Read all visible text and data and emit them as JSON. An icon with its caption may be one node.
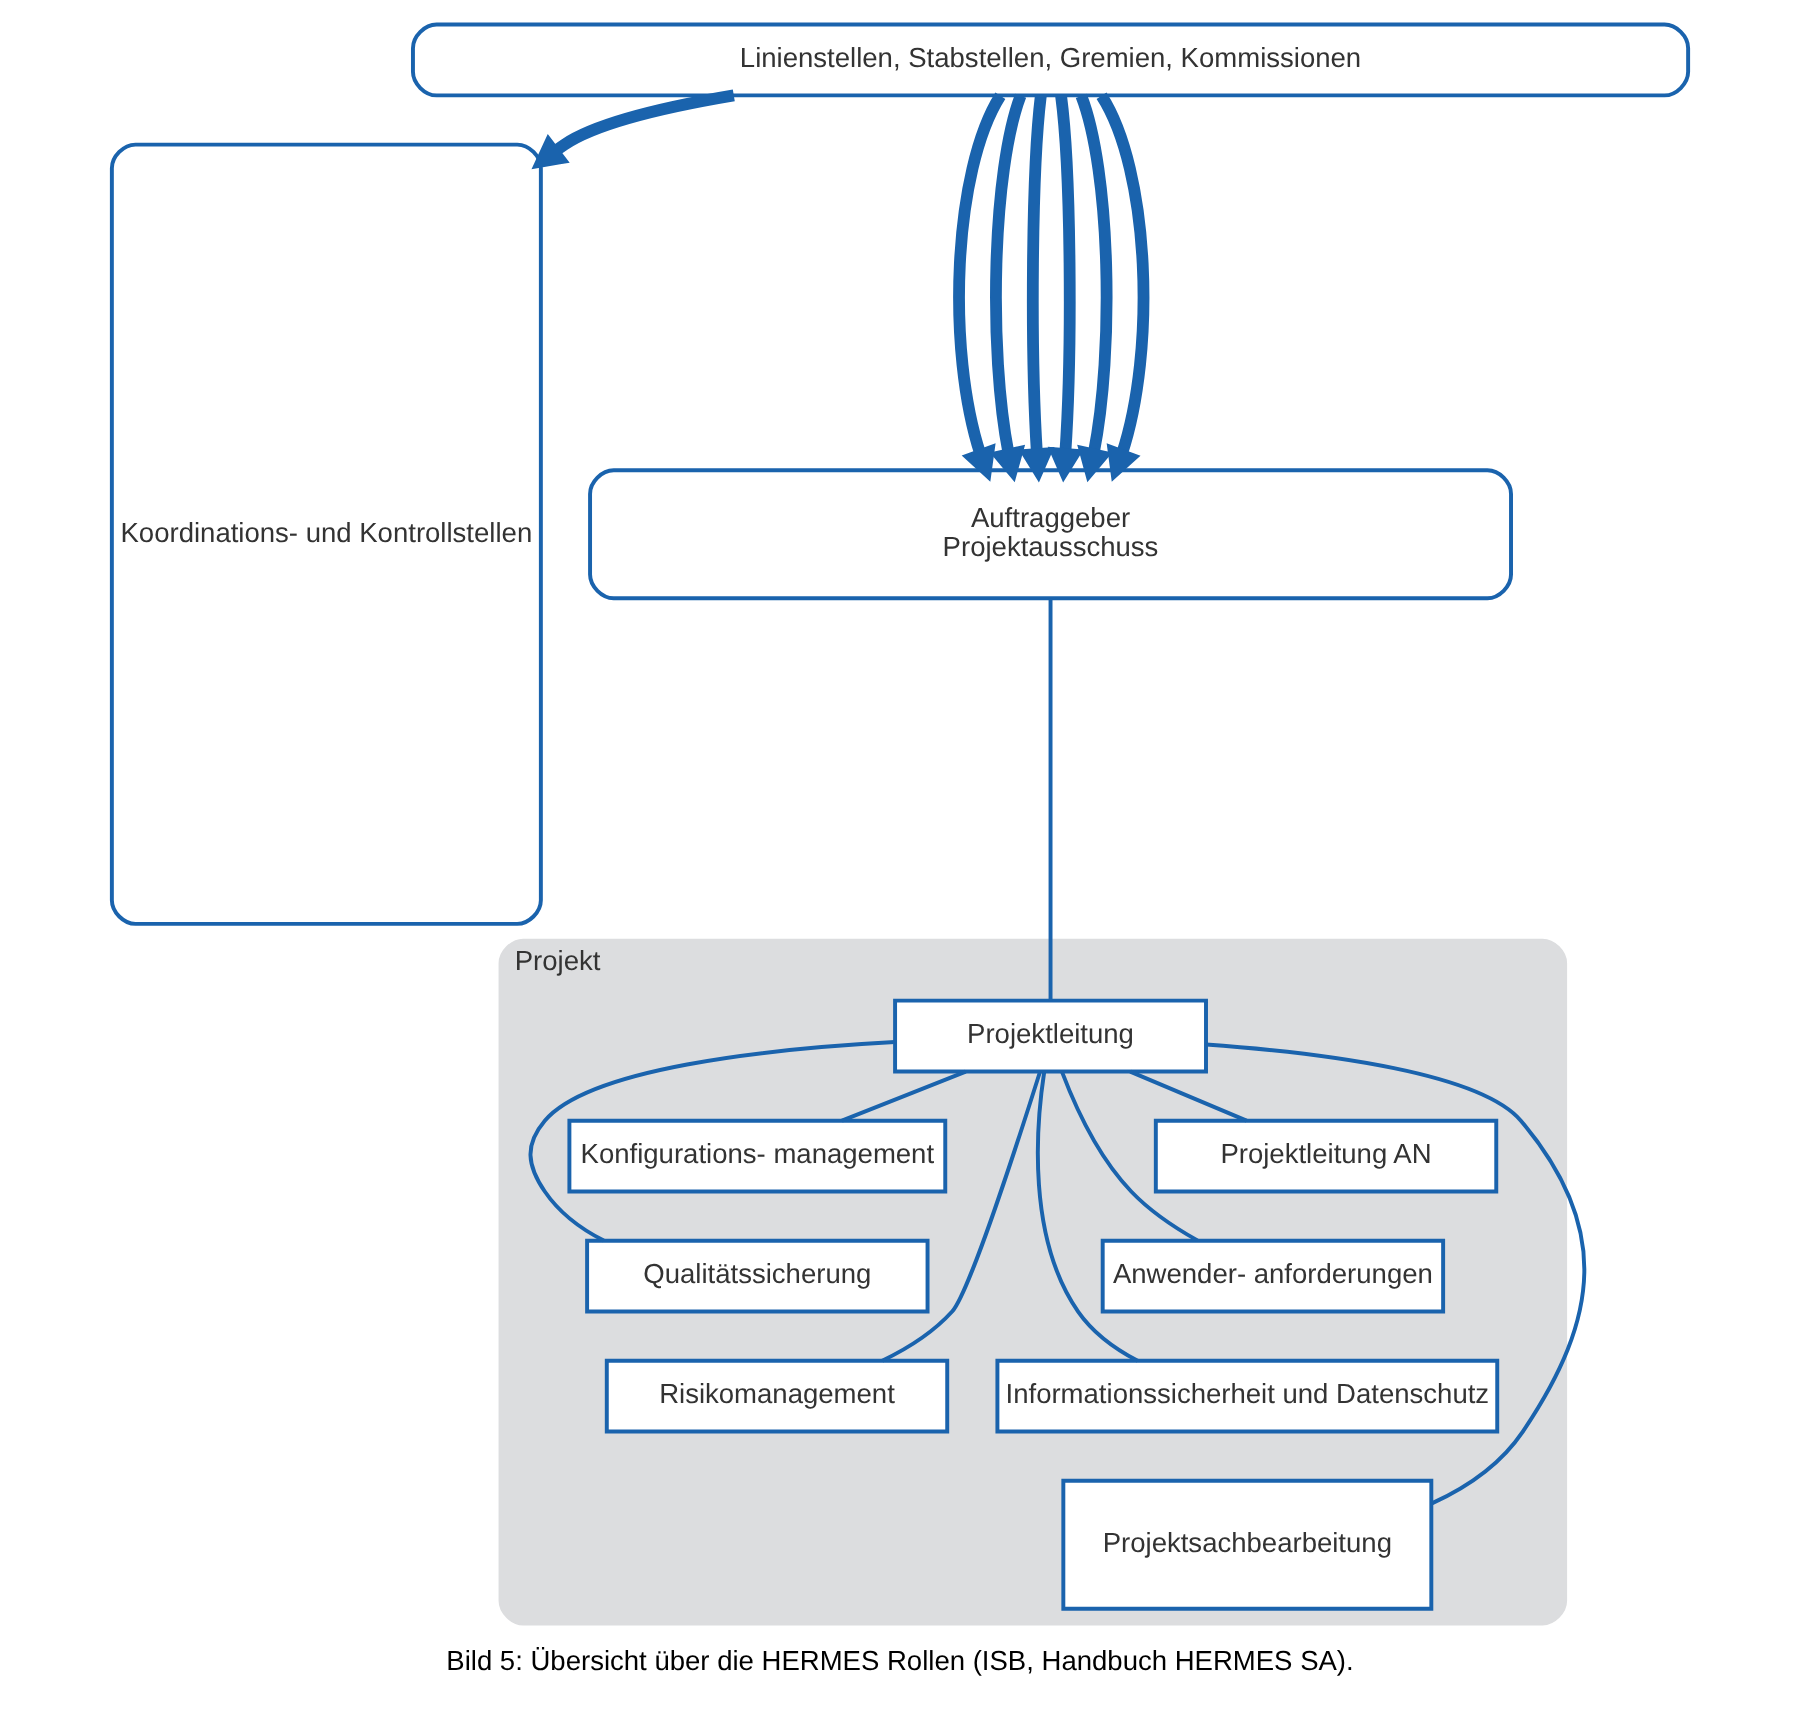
{
  "diagram": {
    "caption": "Bild 5: Übersicht über die HERMES Rollen (ISB, Handbuch HERMES SA).",
    "nodes": [
      {
        "text": [
          "Linienstellen, Stabstellen, Gremien, Kommissionen"
        ]
      },
      {
        "text": [
          "Koordinations- und Kontrollstellen"
        ]
      },
      {
        "text": [
          "Auftraggeber",
          "Projektausschuss"
        ]
      },
      {
        "text": [
          "Projekt"
        ]
      },
      {
        "text": [
          "Projektleitung"
        ],
        "in": 3
      },
      {
        "text": [
          "Konfigurations- management"
        ],
        "in": 3
      },
      {
        "text": [
          "Projektleitung AN"
        ],
        "in": 3
      },
      {
        "text": [
          "Qualitätssicherung"
        ],
        "in": 3
      },
      {
        "text": [
          "Anwender- anforderungen"
        ],
        "in": 3
      },
      {
        "text": [
          "Risikomanagement"
        ],
        "in": 3
      },
      {
        "text": [
          "Informationssicherheit und Datenschutz"
        ],
        "in": 3
      },
      {
        "text": [
          "Projektsachbearbeitung"
        ],
        "in": 3
      }
    ],
    "edges": [
      {
        "from": 0,
        "to": 1,
        "arrow": "to",
        "style": "thick"
      },
      {
        "from": 0,
        "to": 2,
        "arrow": "to",
        "style": "thick"
      },
      {
        "from": 0,
        "to": 2,
        "arrow": "to",
        "style": "thick"
      },
      {
        "from": 0,
        "to": 2,
        "arrow": "to",
        "style": "thick"
      },
      {
        "from": 0,
        "to": 2,
        "arrow": "to",
        "style": "thick"
      },
      {
        "from": 0,
        "to": 2,
        "arrow": "to",
        "style": "thick"
      },
      {
        "from": 0,
        "to": 2,
        "arrow": "to",
        "style": "thick"
      },
      {
        "from": 2,
        "to": 4,
        "arrow": "none"
      },
      {
        "from": 4,
        "to": 5,
        "arrow": "none"
      },
      {
        "from": 4,
        "to": 6,
        "arrow": "none"
      },
      {
        "from": 4,
        "to": 7,
        "arrow": "none"
      },
      {
        "from": 4,
        "to": 8,
        "arrow": "none"
      },
      {
        "from": 4,
        "to": 9,
        "arrow": "none"
      },
      {
        "from": 4,
        "to": 10,
        "arrow": "none"
      },
      {
        "from": 4,
        "to": 11,
        "arrow": "none"
      }
    ]
  }
}
